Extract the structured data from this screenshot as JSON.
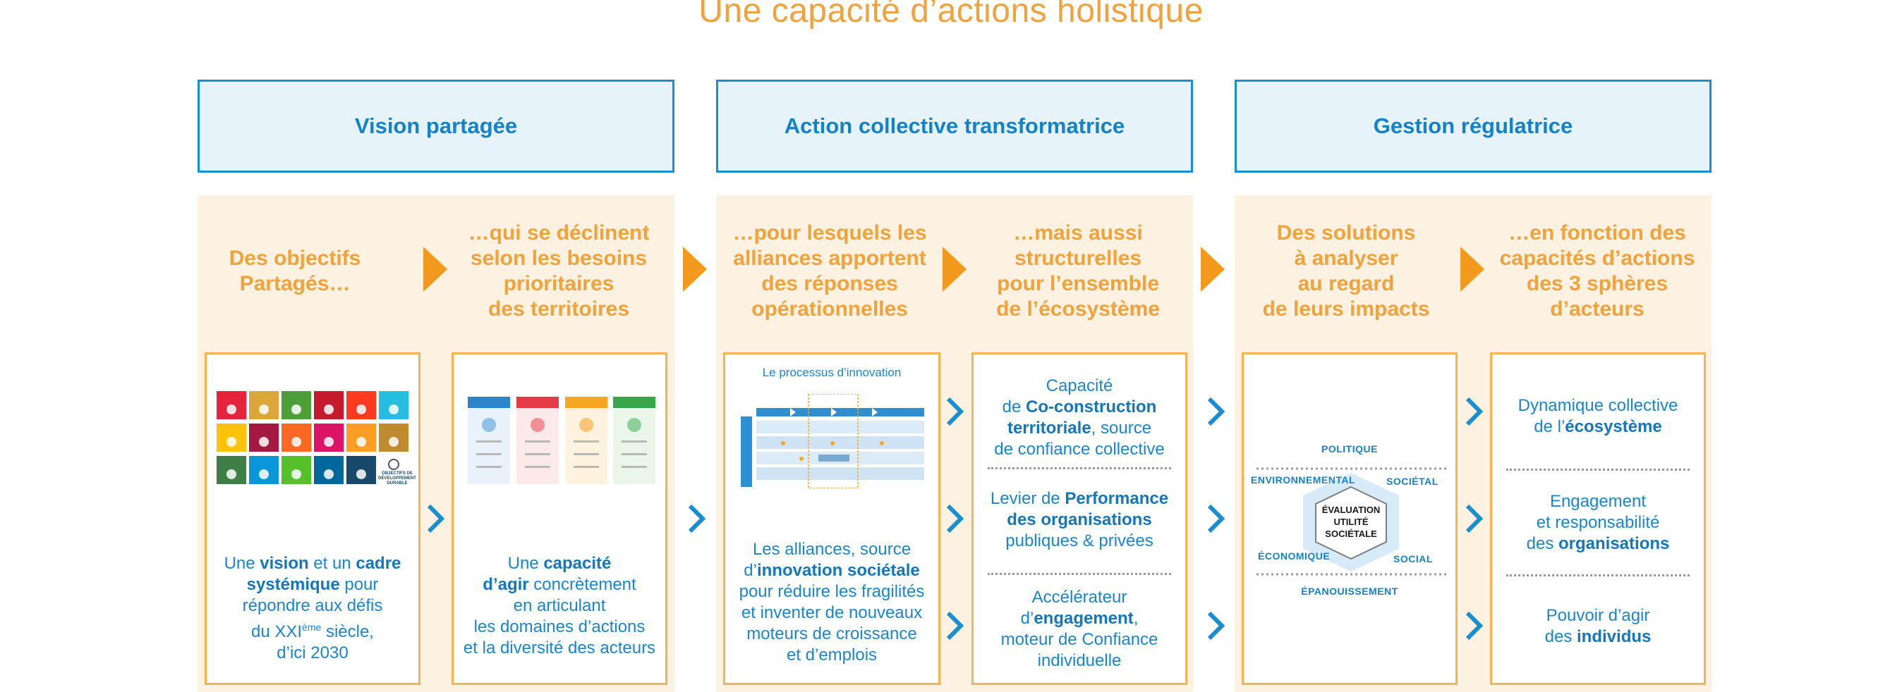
{
  "title": "Une capacité d’actions holistique",
  "pillars": [
    {
      "label": "Vision partagée"
    },
    {
      "label": "Action collective transformatrice"
    },
    {
      "label": "Gestion régulatrice"
    }
  ],
  "columns": [
    {
      "head": [
        "Des objectifs",
        "Partagés…"
      ]
    },
    {
      "head": [
        "…qui se déclinent",
        "selon les besoins",
        "prioritaires",
        "des territoires"
      ]
    },
    {
      "head": [
        "…pour lesquels les",
        "alliances apportent",
        "des réponses",
        "opérationnelles"
      ]
    },
    {
      "head": [
        "…mais aussi",
        "structurelles",
        "pour l’ensemble",
        "de l’écosystème"
      ]
    },
    {
      "head": [
        "Des solutions",
        "à analyser",
        "au regard",
        "de leurs impacts"
      ]
    },
    {
      "head": [
        "…en fonction des",
        "capacités d’actions",
        "des 3 sphères",
        "d’acteurs"
      ]
    }
  ],
  "box1": {
    "p1": "Une ",
    "b1": "vision",
    "p2": " et un ",
    "b2": "cadre",
    "b3": "systémique",
    "p3": " pour",
    "l3": "répondre aux défis",
    "l4a": "du XXI",
    "l4sup": "ème",
    "l4b": " siècle,",
    "l5": "d’ici 2030",
    "sdg_caption": "OBJECTIFS DE DÉVELOPPEMENT DURABLE"
  },
  "box2": {
    "p1": "Une ",
    "b1": "capacité",
    "b2": "d’agir",
    "p2": " concrètement",
    "l3": "en articulant",
    "l4": "les domaines d’actions",
    "l5": "et la diversité des acteurs"
  },
  "box3": {
    "caption": "Le processus d’innovation",
    "l1": "Les alliances, source",
    "p2": "d’",
    "b2": "innovation sociétale",
    "l3": "pour réduire les fragilités",
    "l4": "et inventer de nouveaux",
    "l5": "moteurs de croissance",
    "l6": "et d’emplois"
  },
  "box4": {
    "s1": {
      "l1": "Capacité",
      "p2": "de ",
      "b2": "Co-construction",
      "b3": "territoriale",
      "p3": ", source",
      "l4": "de confiance collective"
    },
    "s2": {
      "p1": "Levier de ",
      "b1": "Performance",
      "b2": "des organisations",
      "l3": "publiques & privées"
    },
    "s3": {
      "l1": "Accélérateur",
      "p2": "d’",
      "b2": "engagement",
      "p2b": ",",
      "l3": "moteur de Confiance",
      "l4": "individuelle"
    }
  },
  "box5": {
    "center": [
      "ÉVALUATION",
      "UTILITÉ",
      "SOCIÉTALE"
    ],
    "politique": "POLITIQUE",
    "environnemental": "ENVIRONNEMENTAL",
    "societal": "SOCIÉTAL",
    "economique": "ÉCONOMIQUE",
    "social": "SOCIAL",
    "epanouissement": "ÉPANOUISSEMENT"
  },
  "box6": {
    "s1": {
      "l1": "Dynamique collective",
      "p2": "de l’",
      "b2": "écosystème"
    },
    "s2": {
      "l1": "Engagement",
      "l2": "et responsabilité",
      "p3": "des ",
      "b3": "organisations"
    },
    "s3": {
      "l1": "Pouvoir d’agir",
      "p2": "des ",
      "b2": "individus"
    }
  },
  "colors": {
    "orange": "#f0a23c",
    "blue": "#1a8fd0",
    "cream": "#fdf2e2"
  }
}
